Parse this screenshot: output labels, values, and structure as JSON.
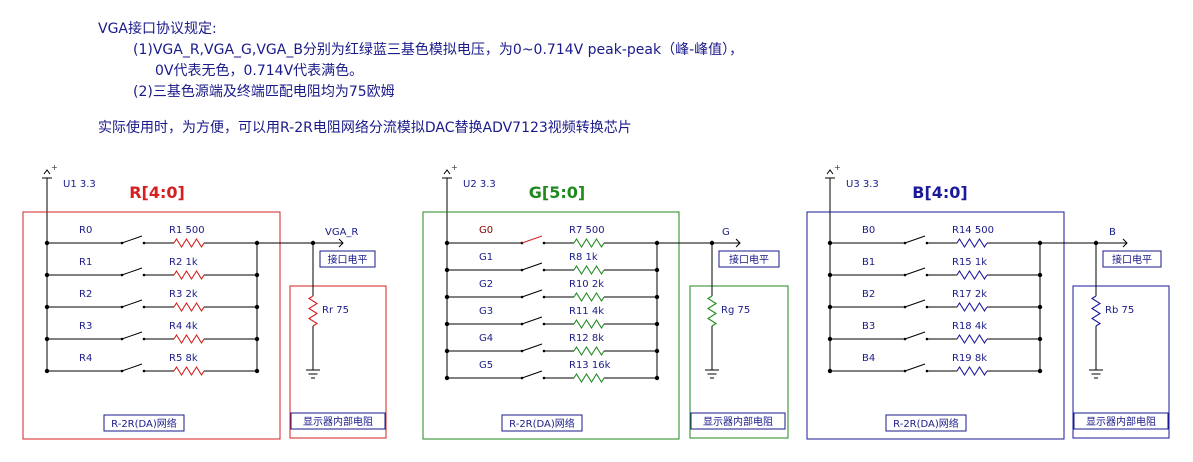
{
  "notes": {
    "line1": "VGA接口协议规定:",
    "line2": "(1)VGA_R,VGA_G,VGA_B分别为红绿蓝三基色模拟电压，为0~0.714V peak-peak（峰-峰值），",
    "line3": "0V代表无色，0.714V代表满色。",
    "line4": "(2)三基色源端及终端匹配电阻均为75欧姆",
    "line5": "实际使用时，为方便，可以用R-2R电阻网络分流模拟DAC替换ADV7123视频转换芯片"
  },
  "colors": {
    "wire": "#000000",
    "text": "#1a1a8a",
    "red": "#d62020",
    "green": "#1f8a1f",
    "blue": "#1a1a9a"
  },
  "channels": [
    {
      "id": "r",
      "title": "R[4:0]",
      "color_key": "red",
      "supply": "U1 3.3",
      "net": "VGA_R",
      "port": "接口电平",
      "term": "Rr 75",
      "network_label": "R-2R(DA)网络",
      "display_label": "显示器内部电阻",
      "rows": [
        {
          "bit": "R0",
          "res": "R1 500"
        },
        {
          "bit": "R1",
          "res": "R2 1k"
        },
        {
          "bit": "R2",
          "res": "R3 2k"
        },
        {
          "bit": "R3",
          "res": "R4 4k"
        },
        {
          "bit": "R4",
          "res": "R5 8k"
        }
      ]
    },
    {
      "id": "g",
      "title": "G[5:0]",
      "color_key": "green",
      "supply": "U2 3.3",
      "net": "G",
      "port": "接口电平",
      "term": "Rg 75",
      "network_label": "R-2R(DA)网络",
      "display_label": "显示器内部电阻",
      "rows": [
        {
          "bit": "G0",
          "res": "R7 500",
          "active": true
        },
        {
          "bit": "G1",
          "res": "R8 1k"
        },
        {
          "bit": "G2",
          "res": "R10 2k"
        },
        {
          "bit": "G3",
          "res": "R11 4k"
        },
        {
          "bit": "G4",
          "res": "R12 8k"
        },
        {
          "bit": "G5",
          "res": "R13 16k"
        }
      ]
    },
    {
      "id": "b",
      "title": "B[4:0]",
      "color_key": "blue",
      "supply": "U3 3.3",
      "net": "B",
      "port": "接口电平",
      "term": "Rb 75",
      "network_label": "R-2R(DA)网络",
      "display_label": "显示器内部电阻",
      "rows": [
        {
          "bit": "B0",
          "res": "R14 500"
        },
        {
          "bit": "B1",
          "res": "R15 1k"
        },
        {
          "bit": "B2",
          "res": "R17 2k"
        },
        {
          "bit": "B3",
          "res": "R18 4k"
        },
        {
          "bit": "B4",
          "res": "R19 8k"
        }
      ]
    }
  ]
}
